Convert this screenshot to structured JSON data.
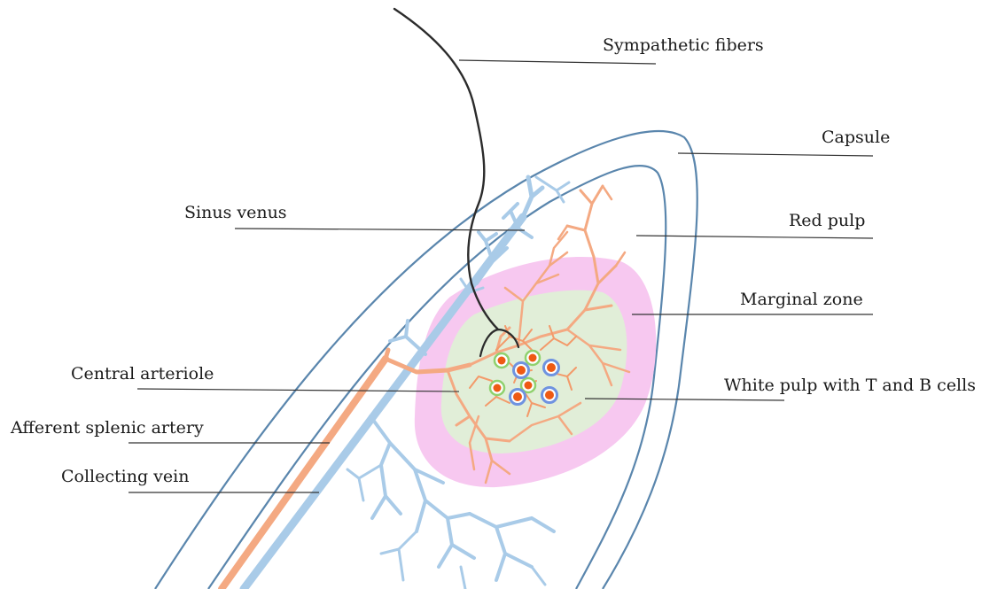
{
  "labels": {
    "sympathetic_fibers": "Sympathetic fibers",
    "capsule": "Capsule",
    "sinus_venus": "Sinus venus",
    "red_pulp": "Red pulp",
    "marginal_zone": "Marginal zone",
    "central_arteriole": "Central arteriole",
    "white_pulp": "White pulp with T and B cells",
    "afferent_splenic_artery": "Afferent splenic artery",
    "collecting_vein": "Collecting vein"
  },
  "colors": {
    "capsule": "#5a86ad",
    "vein": "#a9cbe8",
    "artery": "#f4a982",
    "marginal_zone": "#f7c8f0",
    "white_pulp": "#e1eed8",
    "nerve": "#2b2b2b",
    "cell_nucleus": "#ee5a14",
    "t_cell_ring": "#8fd16e",
    "b_cell_ring": "#6f93e0"
  }
}
